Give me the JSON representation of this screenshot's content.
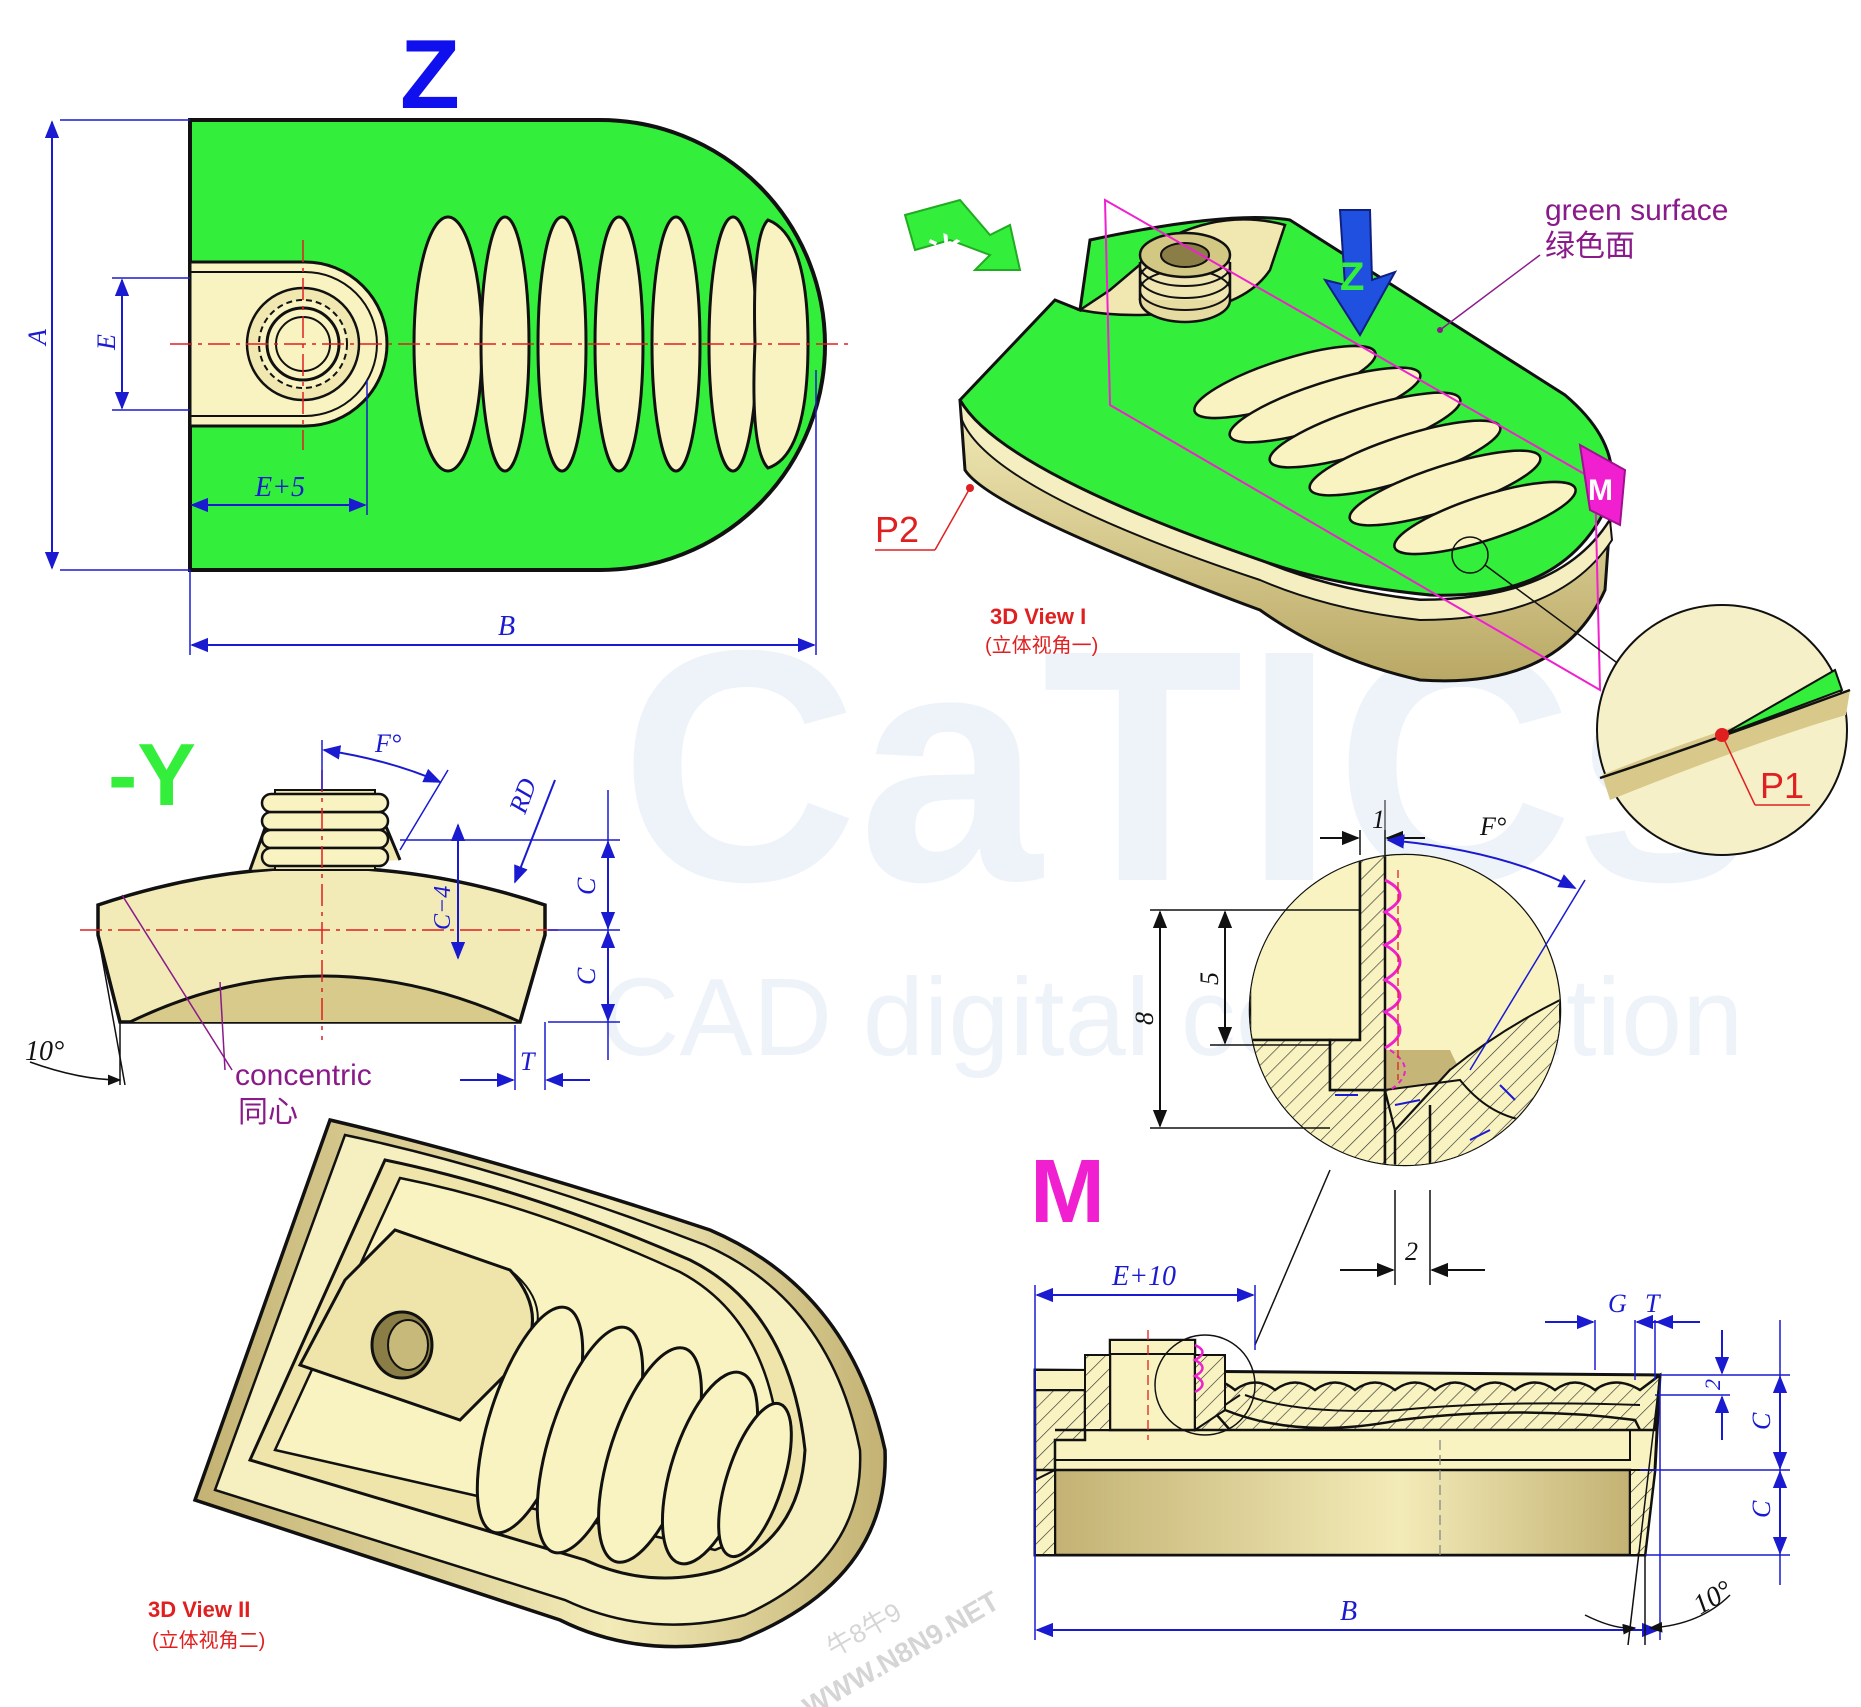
{
  "colors": {
    "green": "#33ee3a",
    "cream": "#f8f3c0",
    "tan": "#d8c98a",
    "dim_blue": "#1a1ad0",
    "center_red": "#e02020",
    "magenta": "#f020d0",
    "purple": "#8a1a8a",
    "note_red": "#e02020"
  },
  "icons": [
    "arrow-z-icon",
    "arrow-y-icon",
    "arrow-m-icon"
  ],
  "views": {
    "z_title": "Z",
    "y_title": "-Y",
    "m_title": "M"
  },
  "view_z": {
    "dims": {
      "A": "A",
      "B": "B",
      "E": "E",
      "E5": "E+5"
    }
  },
  "view_3d1": {
    "label_en": "3D View I",
    "label_cn": "(立体视角一)",
    "green_en": "green surface",
    "green_cn": "绿色面",
    "p1": "P1",
    "p2": "P2",
    "arrow_z": "Z",
    "arrow_y": "-Y",
    "arrow_m": "M"
  },
  "view_y": {
    "dims": {
      "F": "F°",
      "RD": "RD",
      "C1": "C",
      "C2": "C",
      "C4": "C−4",
      "T": "T",
      "ang10": "10°"
    },
    "concentric_en": "concentric",
    "concentric_cn": "同心"
  },
  "view_detail": {
    "dims": {
      "one": "1",
      "F": "F°",
      "five": "5",
      "eight": "8",
      "two": "2"
    }
  },
  "view_3d2": {
    "label_en": "3D View II",
    "label_cn": "(立体视角二)"
  },
  "view_m": {
    "dims": {
      "E10": "E+10",
      "G": "G",
      "T": "T",
      "two": "2",
      "C1": "C",
      "C2": "C",
      "B": "B",
      "ang10": "10°"
    }
  },
  "watermark": {
    "brand": "CaTICs",
    "sub": "CAD digital competition",
    "cn": "牛8牛9",
    "url": "WWW.N8N9.NET"
  }
}
